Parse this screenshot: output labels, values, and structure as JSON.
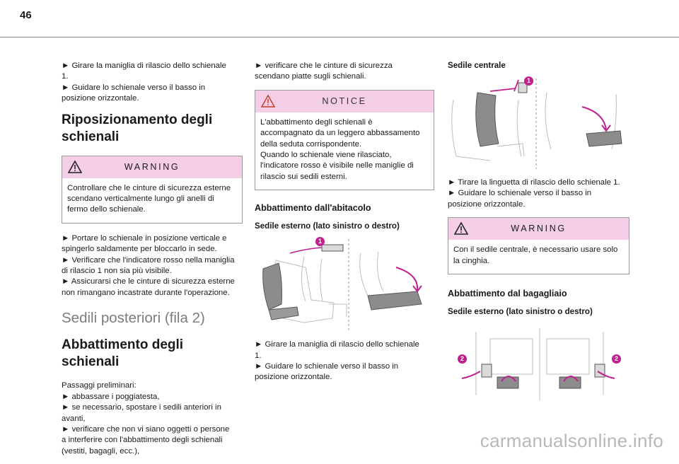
{
  "page": {
    "number": "46"
  },
  "col1": {
    "steps_top": [
      "► Girare la maniglia di rilascio dello schienale",
      "1.",
      "► Guidare lo schienale verso il basso in",
      "posizione orizzontale."
    ],
    "h_reposition": [
      "Riposizionamento degli",
      "schienali"
    ],
    "warning": {
      "title": "WARNING",
      "text": [
        "Controllare che le cinture di sicurezza esterne",
        "scendano verticalmente lungo gli anelli di",
        "fermo dello schienale."
      ]
    },
    "steps_mid": [
      "► Portare lo schienale in posizione verticale e",
      "spingerlo saldamente per bloccarlo in sede.",
      "► Verificare che l'indicatore rosso nella maniglia",
      "di rilascio 1 non sia più visibile.",
      "► Assicurarsi che le cinture di sicurezza esterne",
      "non rimangano incastrate durante l'operazione."
    ],
    "h_section": "Sedili posteriori (fila 2)",
    "h_fold": "Abbattimento degli schienali",
    "prelim": [
      "Passaggi preliminari:",
      "► abbassare i poggiatesta,",
      "► se necessario, spostare i sedili anteriori in",
      "avanti,",
      "► verificare che non vi siano oggetti o persone",
      "a interferire con l'abbattimento degli schienali",
      "(vestiti, bagagli, ecc.),"
    ]
  },
  "col2": {
    "steps_top": [
      "► verificare che le cinture di sicurezza",
      "scendano piatte sugli schienali."
    ],
    "notice": {
      "title": "NOTICE",
      "text": [
        "L'abbattimento degli schienali è",
        "accompagnato da un leggero abbassamento",
        "della seduta corrispondente.",
        "Quando lo schienale viene rilasciato,",
        "l'indicatore rosso è visibile nelle maniglie di",
        "rilascio sui sedili esterni."
      ]
    },
    "h_cabin": "Abbattimento dall'abitacolo",
    "h_outer": "Sedile esterno (lato sinistro o destro)",
    "badge": "1",
    "steps_bottom": [
      "► Girare la maniglia di rilascio dello schienale",
      "1.",
      "► Guidare lo schienale verso il basso in",
      "posizione orizzontale."
    ]
  },
  "col3": {
    "h_center": "Sedile centrale",
    "badge": "1",
    "steps": [
      "► Tirare la linguetta di rilascio dello schienale 1.",
      "► Guidare lo schienale verso il basso in",
      "posizione orizzontale."
    ],
    "warning": {
      "title": "WARNING",
      "text": [
        "Con il sedile centrale, è necessario usare solo",
        "la cinghia."
      ]
    },
    "h_boot": "Abbattimento dal bagagliaio",
    "h_outer": "Sedile esterno (lato sinistro o destro)",
    "badge2": "2"
  },
  "watermark": "carmanualsonline.info",
  "colors": {
    "accent": "#c0208e",
    "callout_header": "#f4cde6"
  }
}
